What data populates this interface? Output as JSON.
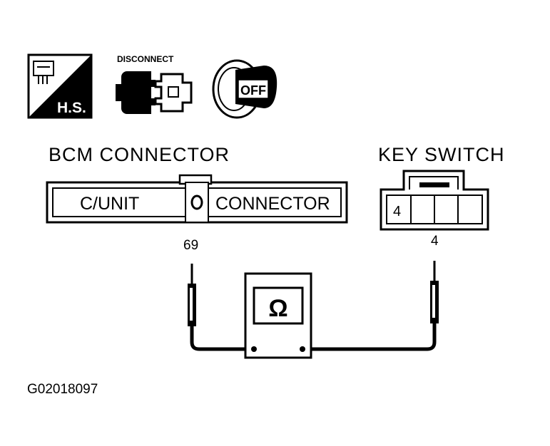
{
  "icons": {
    "hs_label": "H.S.",
    "disconnect_label": "DISCONNECT",
    "off_label": "OFF"
  },
  "bcm": {
    "title": "BCM CONNECTOR",
    "left_label": "C/UNIT",
    "right_label": "CONNECTOR",
    "pin": "69"
  },
  "key_switch": {
    "title": "KEY SWITCH",
    "cell_label": "4",
    "pin": "4"
  },
  "meter": {
    "symbol": "Ω"
  },
  "figure_code": "G02018097"
}
